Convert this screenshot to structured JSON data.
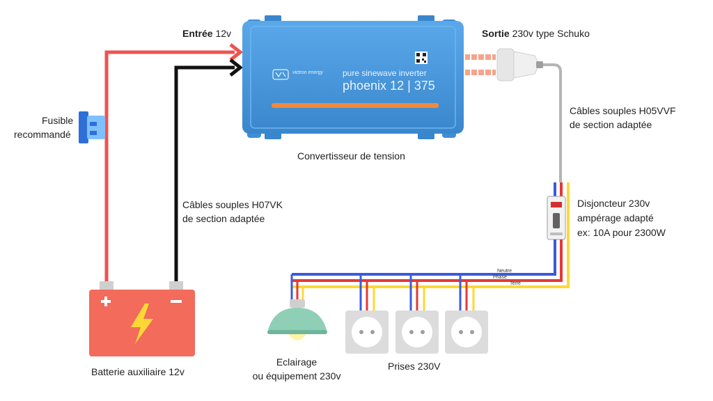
{
  "colors": {
    "positive_wire": "#ef5350",
    "negative_wire": "#111111",
    "neutral_wire": "#3b5bdb",
    "phase_wire": "#e53935",
    "earth_wire": "#fdd835",
    "inverter_body": "#4a9be0",
    "battery": "#f26b5b",
    "cable": "#b5b5b5"
  },
  "inverter": {
    "brand": "victron energy",
    "model_line1": "pure sinewave inverter",
    "model_line2": "phoenix 12 | 375"
  },
  "labels": {
    "input_bold": "Entrée",
    "input_rest": " 12v",
    "output_bold": "Sortie",
    "output_rest": " 230v type Schuko",
    "fuse_line1": "Fusible",
    "fuse_line2": "recommandé",
    "converter": "Convertisseur de tension",
    "cable_out_line1": "Câbles souples H05VVF",
    "cable_out_line2": "de section adaptée",
    "cable_in_line1": "Câbles souples H07VK",
    "cable_in_line2": "de section adaptée",
    "breaker_line1": "Disjoncteur 230v",
    "breaker_line2": "ampérage adapté",
    "breaker_line3": "ex: 10A pour 2300W",
    "battery": "Batterie auxiliaire 12v",
    "lighting_line1": "Eclairage",
    "lighting_line2": "ou équipement 230v",
    "outlets": "Prises 230V",
    "wire_neutral": "Neutre",
    "wire_phase": "Phase",
    "wire_earth": "Terre"
  },
  "icons": {
    "fuse": "fuse-icon",
    "battery_plus": "plus-icon",
    "battery_minus": "minus-icon",
    "battery_bolt": "lightning-bolt-icon",
    "plug": "schuko-plug-icon",
    "breaker": "circuit-breaker-icon",
    "lamp": "pendant-lamp-icon",
    "outlet": "schuko-socket-icon",
    "qr": "qr-code-icon"
  }
}
